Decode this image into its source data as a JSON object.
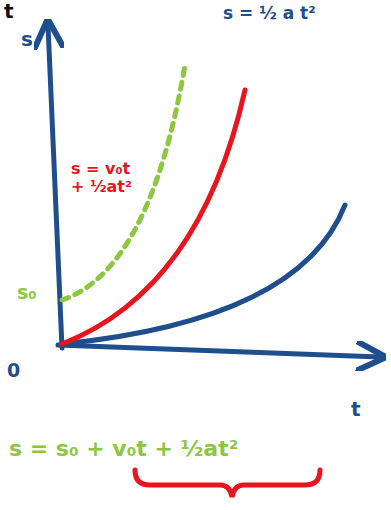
{
  "diagram": {
    "labels": [
      "t",
      "s",
      "s = ½ a t²",
      "s = v₀t + ½at²",
      "s₀",
      "0",
      "t",
      "s = s₀ + v₀t + ½at²"
    ]
  }
}
